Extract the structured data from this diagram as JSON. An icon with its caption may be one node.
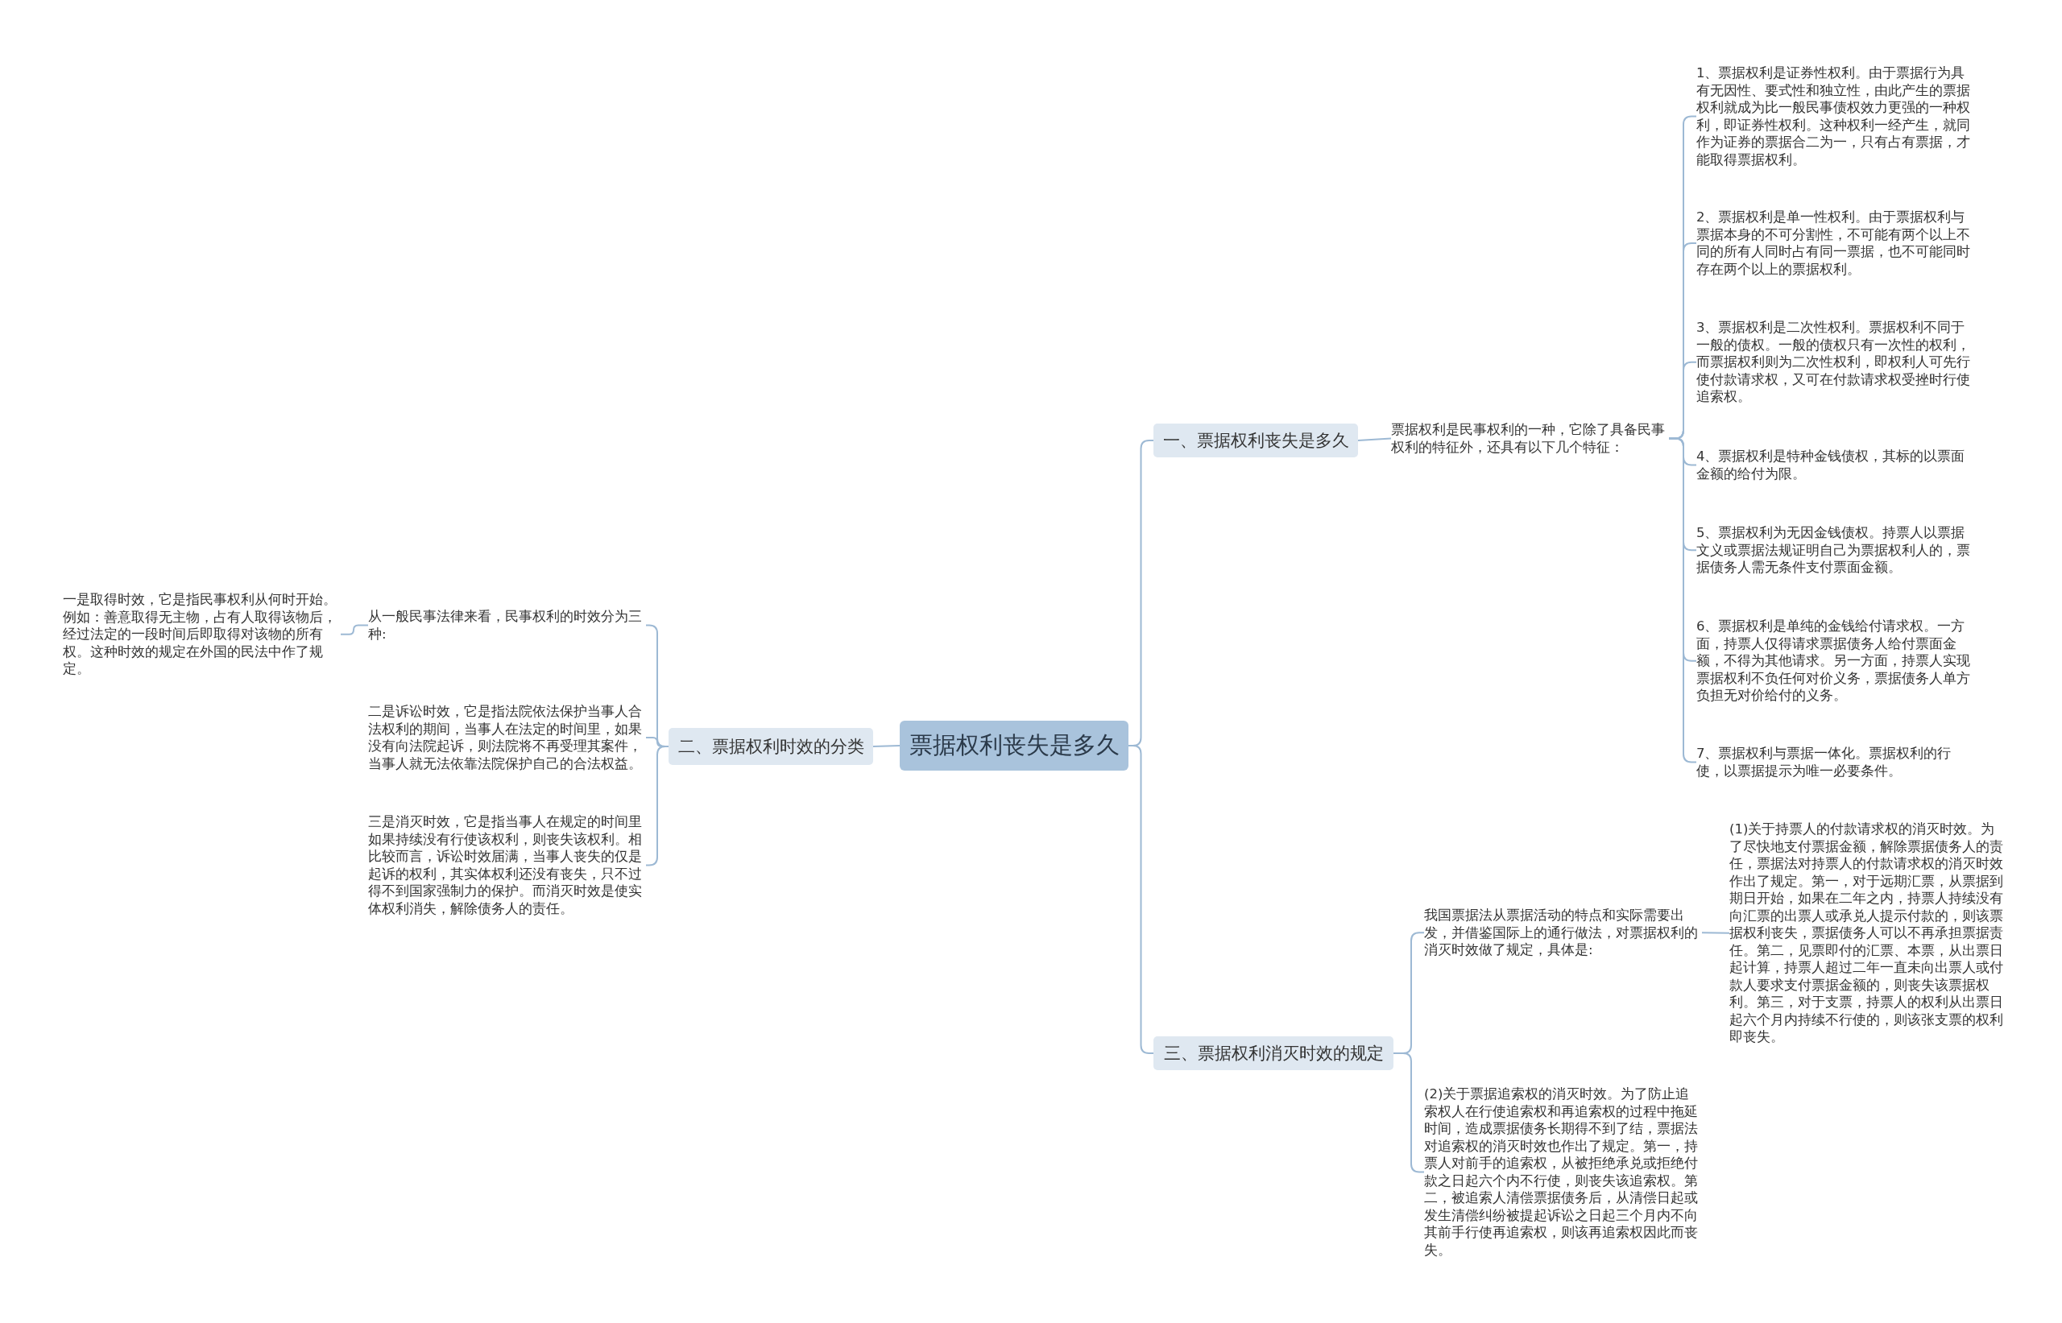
{
  "diagram": {
    "nodes": [
      {
        "text": [
          "票据权利丧失是多久"
        ]
      },
      {
        "text": [
          "一、票据权利丧失是多久"
        ]
      },
      {
        "text": [
          "票据权利是民事权利的一种，它除了具备民事权利的特征外，还具有以下几个特征："
        ]
      },
      {
        "text": [
          "1、票据权利是证券性权利。由于票据行为具有无因性、要式性和独立性，由此产生的票据权利就成为比一般民事债权效力更强的一种权利，即证券性权利。这种权利一经产生，就同作为证券的票据合二为一，只有占有票据，才能取得票据权利。"
        ]
      },
      {
        "text": [
          "2、票据权利是单一性权利。由于票据权利与票据本身的不可分割性，不可能有两个以上不同的所有人同时占有同一票据，也不可能同时存在两个以上的票据权利。"
        ]
      },
      {
        "text": [
          "3、票据权利是二次性权利。票据权利不同于一般的债权。一般的债权只有一次性的权利，而票据权利则为二次性权利，即权利人可先行使付款请求权，又可在付款请求权受挫时行使追索权。"
        ]
      },
      {
        "text": [
          "4、票据权利是特种金钱债权，其标的以票面金额的给付为限。"
        ]
      },
      {
        "text": [
          "5、票据权利为无因金钱债权。持票人以票据文义或票据法规证明自己为票据权利人的，票据债务人需无条件支付票面金额。"
        ]
      },
      {
        "text": [
          "6、票据权利是单纯的金钱给付请求权。一方面，持票人仅得请求票据债务人给付票面金额，不得为其他请求。另一方面，持票人实现票据权利不负任何对价义务，票据债务人单方负担无对价给付的义务。"
        ]
      },
      {
        "text": [
          "7、票据权利与票据一体化。票据权利的行使，以票据提示为唯一必要条件。"
        ]
      },
      {
        "text": [
          "三、票据权利消灭时效的规定"
        ]
      },
      {
        "text": [
          "我国票据法从票据活动的特点和实际需要出发，并借鉴国际上的通行做法，对票据权利的消灭时效做了规定，具体是:"
        ]
      },
      {
        "text": [
          "(1)关于持票人的付款请求权的消灭时效。为了尽快地支付票据金额，解除票据债务人的责任，票据法对持票人的付款请求权的消灭时效作出了规定。第一，对于远期汇票，从票据到期日开始，如果在二年之内，持票人持续没有向汇票的出票人或承兑人提示付款的，则该票据权利丧失，票据债务人可以不再承担票据责任。第二，见票即付的汇票、本票，从出票日起计算，持票人超过二年一直未向出票人或付款人要求支付票据金额的，则丧失该票据权利。第三，对于支票，持票人的权利从出票日起六个月内持续不行使的，则该张支票的权利即丧失。"
        ]
      },
      {
        "text": [
          "(2)关于票据追索权的消灭时效。为了防止追索权人在行使追索权和再追索权的过程中拖延时间，造成票据债务长期得不到了结，票据法对追索权的消灭时效也作出了规定。第一，持票人对前手的追索权，从被拒绝承兑或拒绝付款之日起六个内不行使，则丧失该追索权。第二，被追索人清偿票据债务后，从清偿日起或发生清偿纠纷被提起诉讼之日起三个月内不向其前手行使再追索权，则该再追索权因此而丧失。"
        ]
      },
      {
        "text": [
          "二、票据权利时效的分类"
        ]
      },
      {
        "text": [
          "从一般民事法律来看，民事权利的时效分为三种:"
        ]
      },
      {
        "text": [
          "一是取得时效，它是指民事权利从何时开始。例如：善意取得无主物，占有人取得该物后，经过法定的一段时间后即取得对该物的所有权。这种时效的规定在外国的民法中作了规定。"
        ]
      },
      {
        "text": [
          "二是诉讼时效，它是指法院依法保护当事人合法权利的期间，当事人在法定的时间里，如果没有向法院起诉，则法院将不再受理其案件，当事人就无法依靠法院保护自己的合法权益。"
        ]
      },
      {
        "text": [
          "三是消灭时效，它是指当事人在规定的时间里如果持续没有行使该权利，则丧失该权利。相比较而言，诉讼时效届满，当事人丧失的仅是起诉的权利，其实体权利还没有丧失，只不过得不到国家强制力的保护。而消灭时效是使实体权利消失，解除债务人的责任。"
        ]
      }
    ],
    "edges": [
      {
        "from": 0,
        "to": 1,
        "arrow": "none"
      },
      {
        "from": 1,
        "to": 2,
        "arrow": "none"
      },
      {
        "from": 2,
        "to": 3,
        "arrow": "none"
      },
      {
        "from": 2,
        "to": 4,
        "arrow": "none"
      },
      {
        "from": 2,
        "to": 5,
        "arrow": "none"
      },
      {
        "from": 2,
        "to": 6,
        "arrow": "none"
      },
      {
        "from": 2,
        "to": 7,
        "arrow": "none"
      },
      {
        "from": 2,
        "to": 8,
        "arrow": "none"
      },
      {
        "from": 2,
        "to": 9,
        "arrow": "none"
      },
      {
        "from": 0,
        "to": 10,
        "arrow": "none"
      },
      {
        "from": 10,
        "to": 11,
        "arrow": "none"
      },
      {
        "from": 11,
        "to": 12,
        "arrow": "none"
      },
      {
        "from": 10,
        "to": 13,
        "arrow": "none"
      },
      {
        "from": 0,
        "to": 14,
        "arrow": "none"
      },
      {
        "from": 14,
        "to": 15,
        "arrow": "none"
      },
      {
        "from": 15,
        "to": 16,
        "arrow": "none"
      },
      {
        "from": 14,
        "to": 17,
        "arrow": "none"
      },
      {
        "from": 14,
        "to": 18,
        "arrow": "none"
      }
    ]
  }
}
